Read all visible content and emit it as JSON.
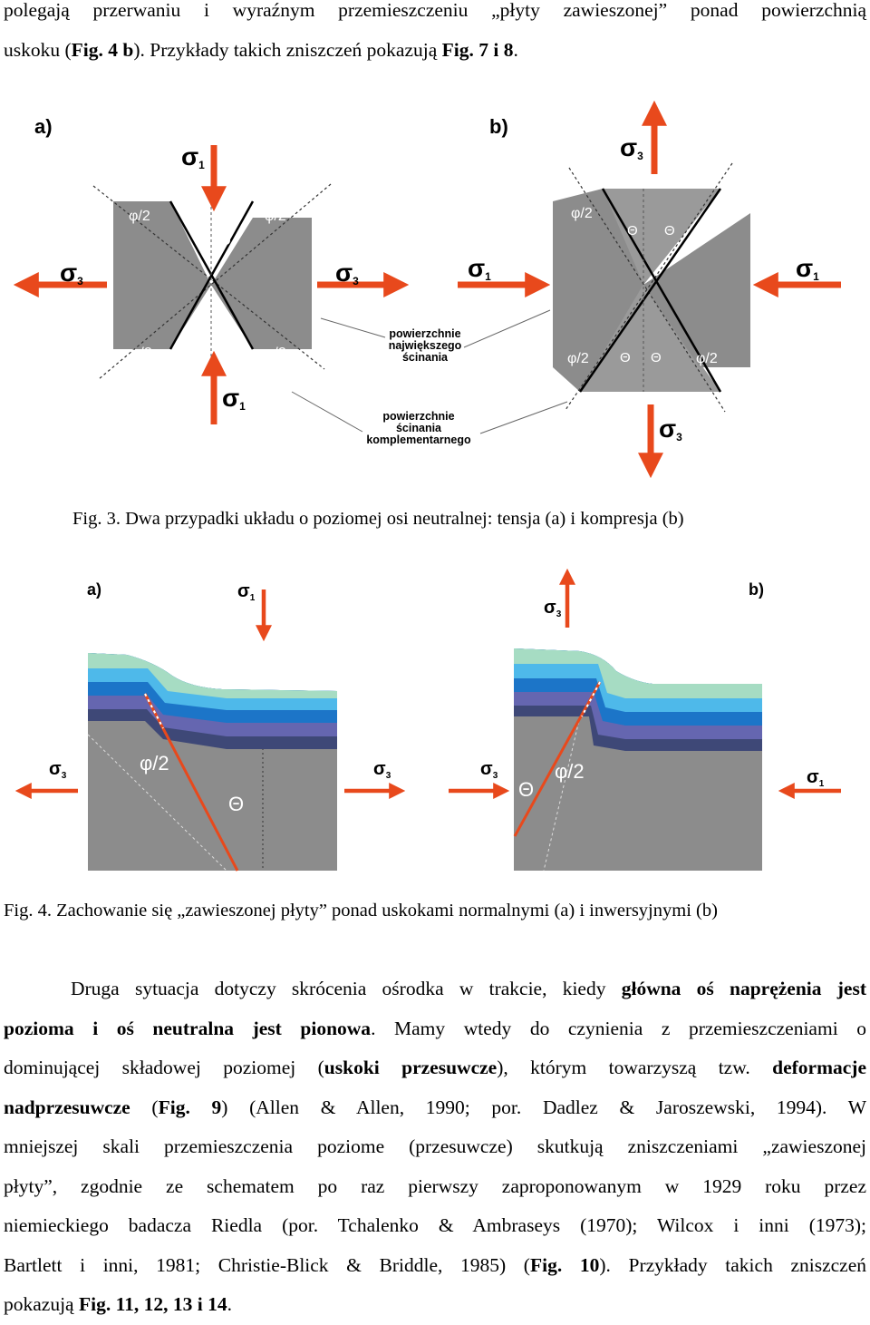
{
  "intro": {
    "line1": "polegają przerwaniu i wyraźnym przemieszczeniu „płyty zawieszonej” ponad powierzchnią",
    "line2_a": "uskoku (",
    "line2_b": "Fig. 4 b",
    "line2_c": "). Przykłady takich zniszczeń pokazują ",
    "line2_d": "Fig. 7 i 8",
    "line2_e": "."
  },
  "fig3": {
    "panel_a": "a)",
    "panel_b": "b)",
    "sigma": "σ",
    "sub1": "1",
    "sub3": "3",
    "phi_half": "φ/2",
    "theta": "Θ",
    "label_max_shear": [
      "powierzchnie",
      "największego",
      "ścinania"
    ],
    "label_compl_shear": [
      "powierzchnie",
      "ścinania",
      "komplementarnego"
    ],
    "caption_label": "Fig. 3",
    "caption_text": ". Dwa przypadki układu o poziomej osi neutralnej: tensja (a) i kompresja (b)"
  },
  "fig4": {
    "panel_a": "a)",
    "panel_b": "b)",
    "sigma": "σ",
    "sub1": "1",
    "sub3": "3",
    "phi_half": "φ/2",
    "theta": "Θ",
    "caption_label": "Fig. 4",
    "caption_text": ". Zachowanie się „zawieszonej płyty” ponad uskokami normalnymi (a) i inwersyjnymi (b)"
  },
  "body": {
    "l1a": "Druga sytuacja dotyczy skrócenia ośrodka w trakcie, kiedy ",
    "l1b": "główna oś naprężenia jest",
    "l2a": "pozioma i oś neutralna jest pionowa",
    "l2b": ". Mamy wtedy do czynienia z przemieszczeniami o",
    "l3a": "dominującej składowej poziomej (",
    "l3b": "uskoki przesuwcze",
    "l3c": "), którym towarzyszą tzw. ",
    "l3d": "deformacje",
    "l4a": "nadprzesuwcze",
    "l4b": " (",
    "l4c": "Fig. 9",
    "l4d": ") (Allen & Allen, 1990; por. Dadlez & Jaroszewski, 1994). W",
    "l5": "mniejszej skali przemieszczenia poziome (przesuwcze) skutkują zniszczeniami „zawieszonej",
    "l6": "płyty”, zgodnie ze schematem po raz pierwszy zaproponowanym w 1929 roku przez",
    "l7": "niemieckiego badacza Riedla (por. Tchalenko & Ambraseys (1970); Wilcox i inni (1973);",
    "l8a": "Bartlett i inni, 1981; Christie-Blick & Briddle, 1985) (",
    "l8b": "Fig. 10",
    "l8c": "). Przykłady takich zniszczeń",
    "l9a": "pokazują ",
    "l9b": "Fig. 11, 12, 13 i 14",
    "l9c": "."
  },
  "colors": {
    "block_gray": "#8c8c8c",
    "arrow": "#e8491c",
    "fault_red": "#e8491c",
    "layer_mint": "#a6dcc3",
    "layer_sky": "#4eb9ea",
    "layer_blue": "#1c75c8",
    "layer_purple": "#6566b0",
    "layer_navy": "#3e4877"
  }
}
